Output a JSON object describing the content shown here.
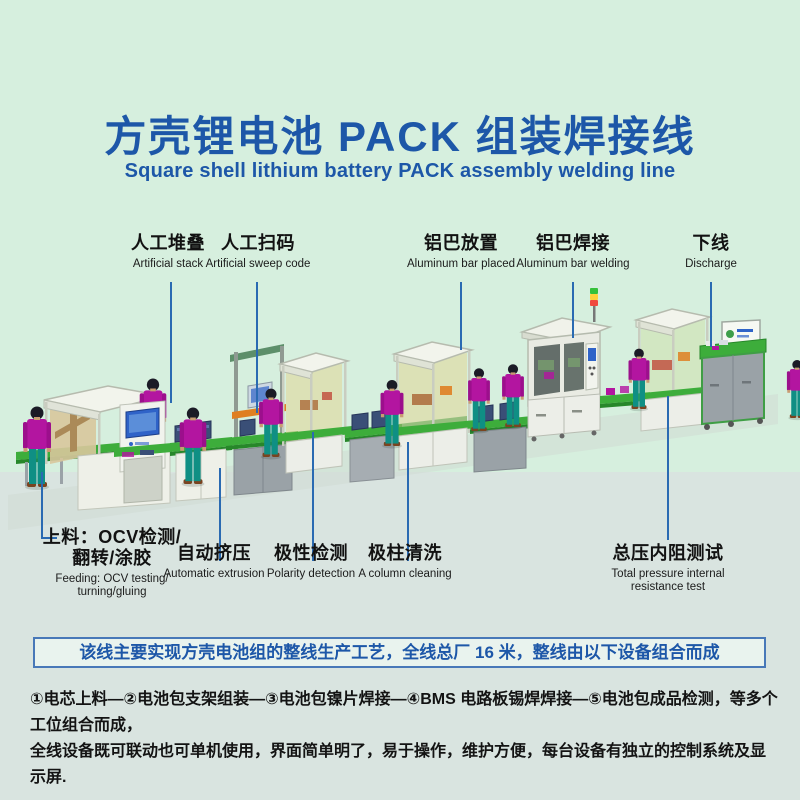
{
  "header": {
    "title_zh": "方壳锂电池 PACK 组装焊接线",
    "title_en": "Square shell lithium battery PACK assembly welding line"
  },
  "stations_top": [
    {
      "zh": "人工堆叠",
      "en": "Artificial stack"
    },
    {
      "zh": "人工扫码",
      "en": "Artificial sweep code"
    },
    {
      "zh": "铝巴放置",
      "en": "Aluminum bar placed"
    },
    {
      "zh": "铝巴焊接",
      "en": "Aluminum bar welding"
    },
    {
      "zh": "下线",
      "en": "Discharge"
    }
  ],
  "stations_bottom": [
    {
      "zh1": "上料：OCV检测/",
      "zh2": "翻转/涂胶",
      "en1": "Feeding: OCV testing/",
      "en2": "turning/gluing"
    },
    {
      "zh": "自动挤压",
      "en": "Automatic extrusion"
    },
    {
      "zh": "极性检测",
      "en": "Polarity detection"
    },
    {
      "zh": "极柱清洗",
      "en": "A column cleaning"
    },
    {
      "zh": "总压内阻测试",
      "en1": "Total pressure internal",
      "en2": "resistance test"
    }
  ],
  "info_box": {
    "text": "该线主要实现方壳电池组的整线生产工艺，全线总厂 16 米，整线由以下设备组合而成"
  },
  "description": {
    "line1": "①电芯上料—②电池包支架组装—③电池包镍片焊接—④BMS 电路板锡焊焊接—⑤电池包成品检测，等多个工位组合而成，",
    "line2": "全线设备既可联动也可单机使用，界面简单明了，易于操作，维护方便，每台设备有独立的控制系统及显示屏."
  },
  "colors": {
    "title_blue": "#1d57a8",
    "callout_blue": "#2a6ab2",
    "info_box_border": "#4878b8",
    "background_top": "#d6efde",
    "background_bottom": "#d9e4e0",
    "worker_shirt_magenta": "#b315a0",
    "worker_pants_teal": "#0f8f84",
    "conveyor_green": "#3dad3b"
  }
}
